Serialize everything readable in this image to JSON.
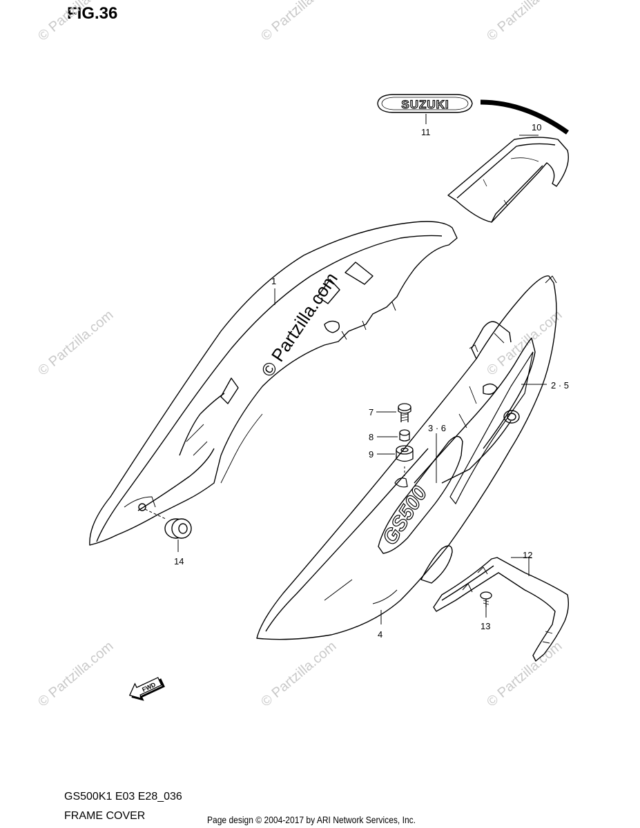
{
  "figure": {
    "title": "FIG.36",
    "code": "GS500K1 E03 E28_036",
    "name": "FRAME COVER"
  },
  "footer": "Page design © 2004-2017 by ARI Network Services, Inc.",
  "watermark": {
    "small": "© Partzilla.com",
    "large": "© Partzilla.com"
  },
  "badges": {
    "suzuki": "SUZUKI",
    "gs500": "GS500",
    "fwd": "FWD"
  },
  "callouts": {
    "c1": "1",
    "c2_5": "2 · 5",
    "c3_6": "3 · 6",
    "c4": "4",
    "c7": "7",
    "c8": "8",
    "c9": "9",
    "c10": "10",
    "c11": "11",
    "c12": "12",
    "c13": "13",
    "c14": "14"
  },
  "colors": {
    "line": "#000000",
    "watermark": "#c9c9c9",
    "background": "#ffffff"
  }
}
